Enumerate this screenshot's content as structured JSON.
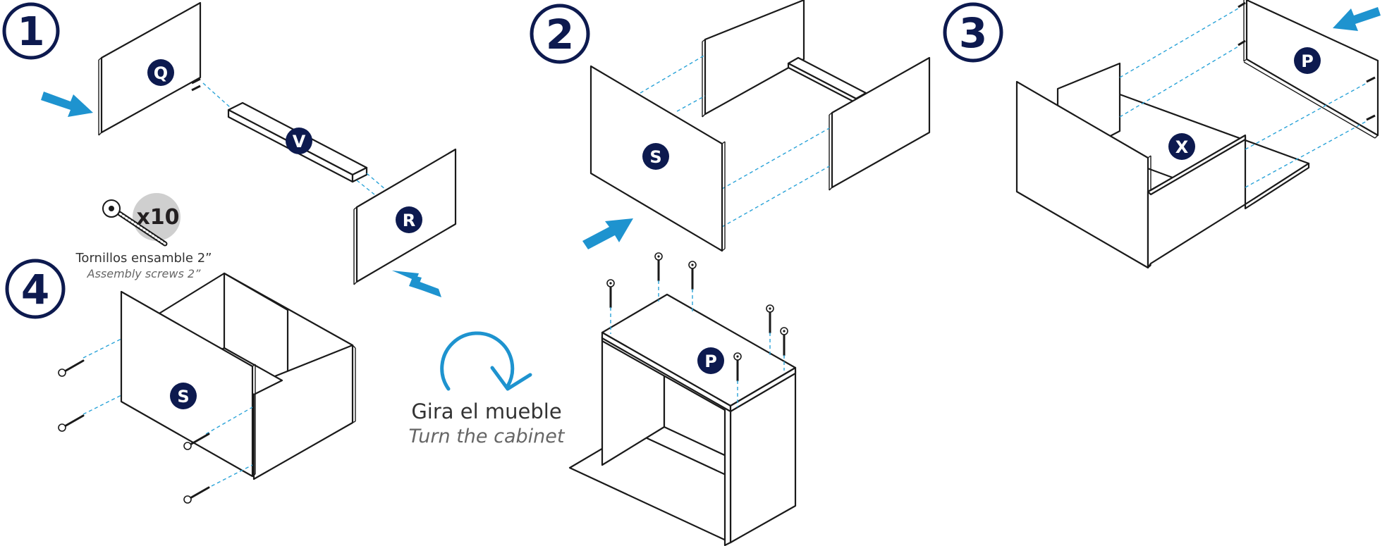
{
  "steps": [
    {
      "number": "1"
    },
    {
      "number": "2"
    },
    {
      "number": "3"
    },
    {
      "number": "4"
    }
  ],
  "parts": {
    "q": "Q",
    "v": "V",
    "r": "R",
    "s2": "S",
    "p_top": "P",
    "p3": "P",
    "x": "X",
    "s4": "S"
  },
  "hardware": {
    "quantity": "x10",
    "name_es": "Tornillos ensamble 2”",
    "name_en": "Assembly screws 2”"
  },
  "turn": {
    "label_es": "Gira el mueble",
    "label_en": "Turn the cabinet"
  },
  "colors": {
    "navy": "#0d1a4f",
    "accent_blue": "#1e93cf",
    "dash_blue": "#2aa3d8"
  }
}
